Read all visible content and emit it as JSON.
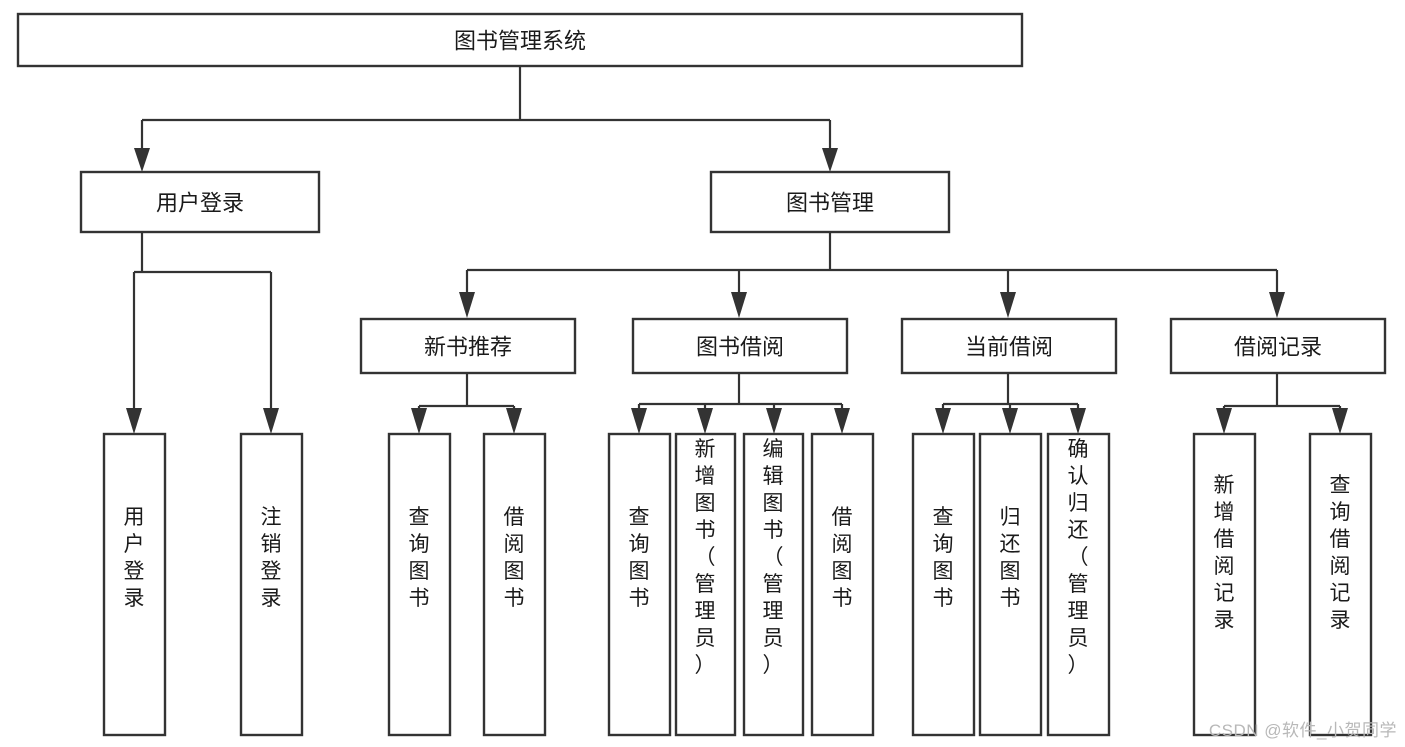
{
  "diagram": {
    "type": "tree-hierarchy",
    "title": "图书管理系统",
    "root": {
      "id": "root",
      "label": "图书管理系统",
      "orientation": "horizontal"
    },
    "level1": [
      {
        "id": "user-login",
        "label": "用户登录",
        "orientation": "horizontal"
      },
      {
        "id": "book-manage",
        "label": "图书管理",
        "orientation": "horizontal"
      }
    ],
    "level2": [
      {
        "id": "new-book-rec",
        "label": "新书推荐",
        "orientation": "horizontal",
        "parent": "book-manage"
      },
      {
        "id": "book-borrow",
        "label": "图书借阅",
        "orientation": "horizontal",
        "parent": "book-manage"
      },
      {
        "id": "current-borrow",
        "label": "当前借阅",
        "orientation": "horizontal",
        "parent": "book-manage"
      },
      {
        "id": "borrow-record",
        "label": "借阅记录",
        "orientation": "horizontal",
        "parent": "book-manage"
      }
    ],
    "leaves": [
      {
        "id": "leaf-user-login",
        "label": "用户登录",
        "orientation": "vertical",
        "parent": "user-login"
      },
      {
        "id": "leaf-user-logout",
        "label": "注销登录",
        "orientation": "vertical",
        "parent": "user-login"
      },
      {
        "id": "leaf-rec-query-book",
        "label": "查询图书",
        "orientation": "vertical",
        "parent": "new-book-rec"
      },
      {
        "id": "leaf-rec-borrow-book",
        "label": "借阅图书",
        "orientation": "vertical",
        "parent": "new-book-rec"
      },
      {
        "id": "leaf-borrow-query-book",
        "label": "查询图书",
        "orientation": "vertical",
        "parent": "book-borrow"
      },
      {
        "id": "leaf-borrow-add-book",
        "label": "新增图书（管理员）",
        "orientation": "vertical",
        "parent": "book-borrow"
      },
      {
        "id": "leaf-borrow-edit-book",
        "label": "编辑图书（管理员）",
        "orientation": "vertical",
        "parent": "book-borrow"
      },
      {
        "id": "leaf-borrow-borrow-book",
        "label": "借阅图书",
        "orientation": "vertical",
        "parent": "book-borrow"
      },
      {
        "id": "leaf-current-query-book",
        "label": "查询图书",
        "orientation": "vertical",
        "parent": "current-borrow"
      },
      {
        "id": "leaf-current-return-book",
        "label": "归还图书",
        "orientation": "vertical",
        "parent": "current-borrow"
      },
      {
        "id": "leaf-current-confirm-return",
        "label": "确认归还（管理员）",
        "orientation": "vertical",
        "parent": "current-borrow"
      },
      {
        "id": "leaf-record-add",
        "label": "新增借阅记录",
        "orientation": "vertical",
        "parent": "borrow-record"
      },
      {
        "id": "leaf-record-query",
        "label": "查询借阅记录",
        "orientation": "vertical",
        "parent": "borrow-record"
      }
    ],
    "colors": {
      "box_fill": "#ffffff",
      "box_stroke": "#333333",
      "text": "#1a1a1a",
      "background": "#ffffff",
      "watermark": "#b8b8b8"
    }
  },
  "watermark": {
    "text": "CSDN @软件_小贺同学"
  }
}
